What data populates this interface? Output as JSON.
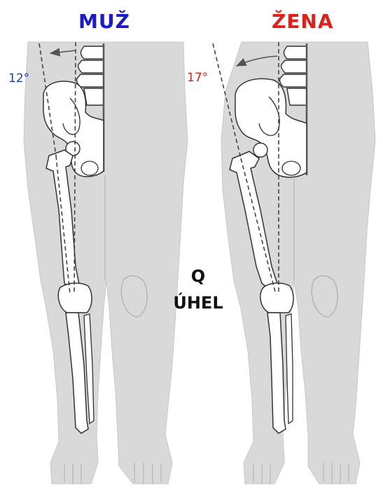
{
  "labels": {
    "male_title": "MUŽ",
    "female_title": "ŽENA",
    "male_angle": "12°",
    "female_angle": "17°",
    "center_q": "Q",
    "center_angle": "ÚHEL"
  },
  "colors": {
    "male": "#1a1ad0",
    "female": "#e0201a",
    "body": "#d9d9d9",
    "bone": "#ffffff",
    "outline": "#333333"
  }
}
